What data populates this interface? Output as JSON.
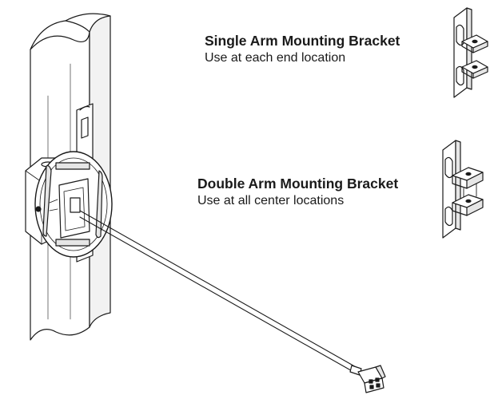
{
  "single_bracket": {
    "title": "Single Arm Mounting Bracket",
    "subtitle": "Use at each end location",
    "icon": "single-arm-bracket-icon"
  },
  "double_bracket": {
    "title": "Double Arm Mounting Bracket",
    "subtitle": "Use at all center locations",
    "icon": "double-arm-bracket-icon"
  },
  "colors": {
    "line": "#1a1a1a",
    "fill": "#ffffff",
    "shade": "#e6e6e6"
  }
}
